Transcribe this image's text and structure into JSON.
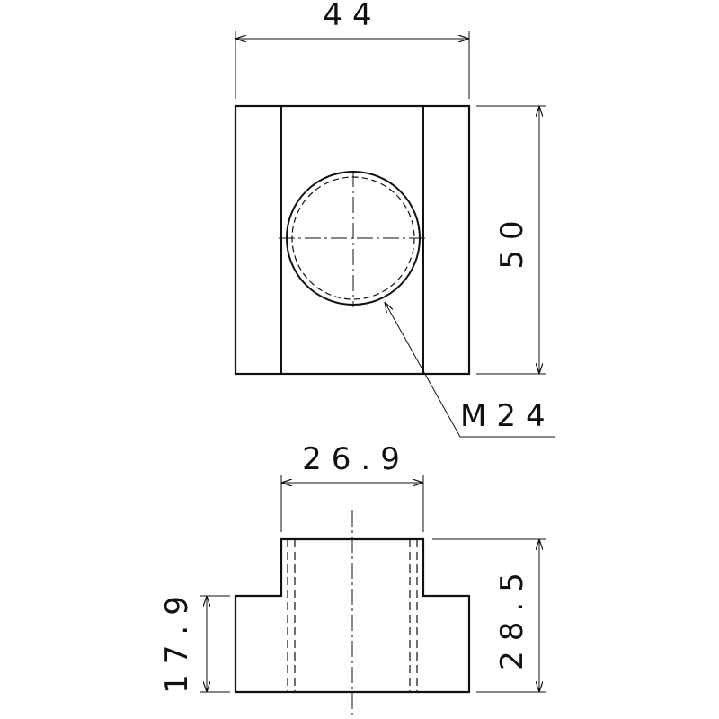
{
  "top_view": {
    "width_dim": "44",
    "height_dim": "50",
    "thread_callout": "M24"
  },
  "side_view": {
    "top_width_dim": "26.9",
    "flange_height_dim": "17.9",
    "total_height_dim": "28.5"
  },
  "colors": {
    "line": "#111111",
    "background": "#ffffff"
  }
}
